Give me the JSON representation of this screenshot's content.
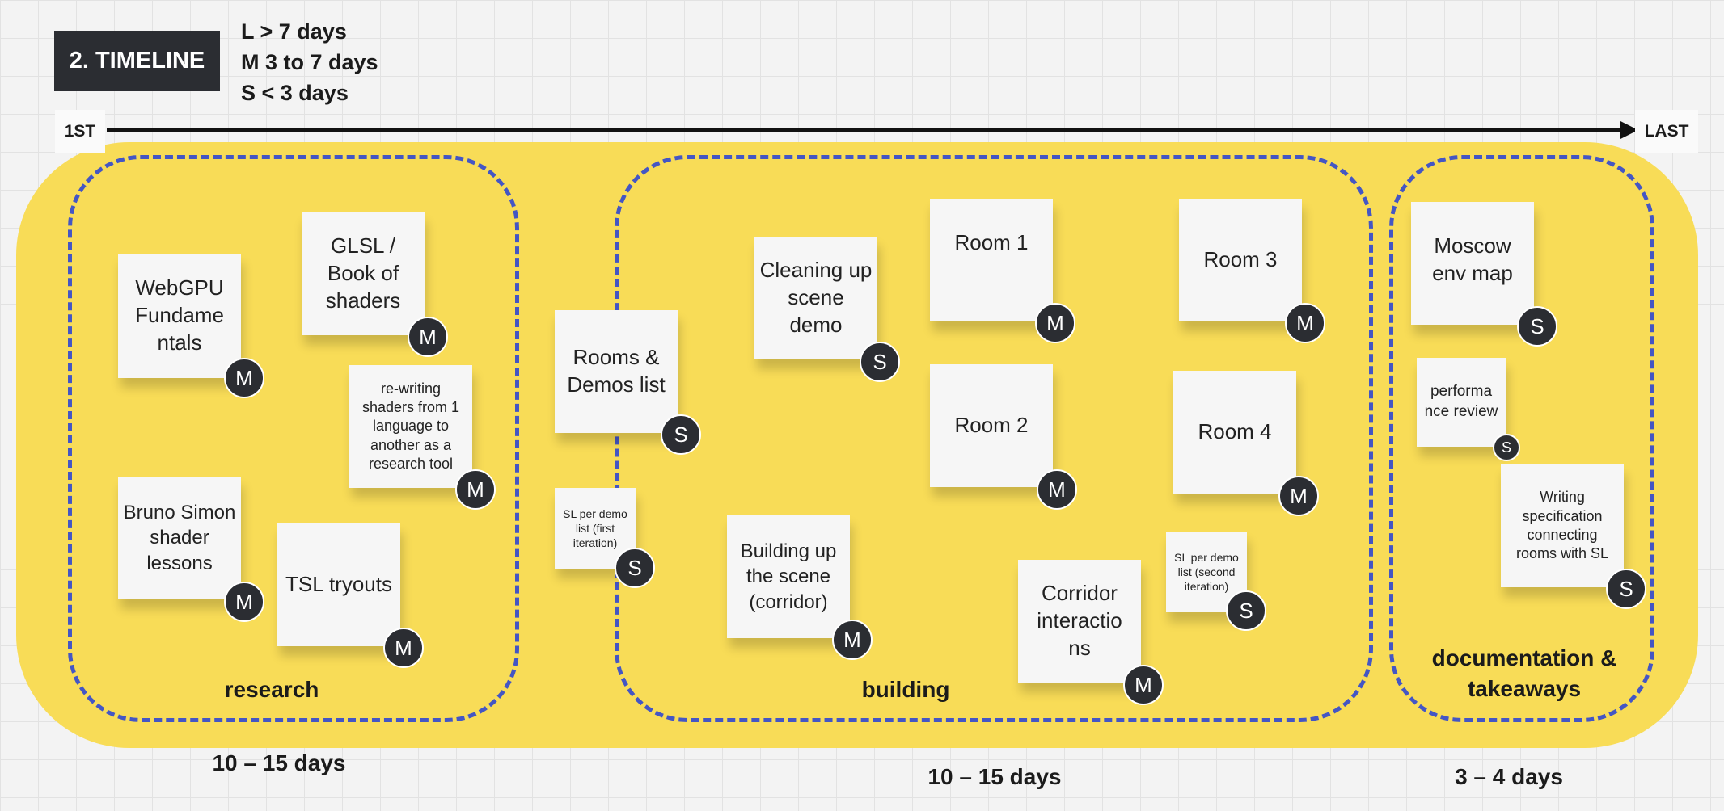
{
  "header": {
    "title": "2. TIMELINE",
    "legend": [
      "L > 7 days",
      "M 3 to 7 days",
      "S < 3 days"
    ]
  },
  "axis": {
    "start": "1ST",
    "end": "LAST"
  },
  "groups": {
    "research": {
      "label": "research",
      "duration": "10 – 15 days"
    },
    "building": {
      "label": "building",
      "duration": "10 – 15 days"
    },
    "documentation": {
      "label": "documentation & takeaways",
      "duration": "3 – 4 days"
    }
  },
  "stickies": [
    {
      "text": "WebGPU Fundame ntals",
      "size": "M"
    },
    {
      "text": "GLSL / Book of shaders",
      "size": "M"
    },
    {
      "text": "re-writing shaders from 1 language to another as a research tool",
      "size": "M"
    },
    {
      "text": "Bruno Simon shader lessons",
      "size": "M"
    },
    {
      "text": "TSL tryouts",
      "size": "M"
    },
    {
      "text": "Rooms & Demos list",
      "size": "S"
    },
    {
      "text": "SL per demo list (first iteration)",
      "size": "S"
    },
    {
      "text": "Cleaning up scene demo",
      "size": "S"
    },
    {
      "text": "Building up the scene (corridor)",
      "size": "M"
    },
    {
      "text": "Room 1",
      "size": "M"
    },
    {
      "text": "Room 2",
      "size": "M"
    },
    {
      "text": "Corridor interactio ns",
      "size": "M"
    },
    {
      "text": "Room 3",
      "size": "M"
    },
    {
      "text": "Room 4",
      "size": "M"
    },
    {
      "text": "SL per demo list (second iteration)",
      "size": "S"
    },
    {
      "text": "Moscow env map",
      "size": "S"
    },
    {
      "text": "performa nce review",
      "size": "S"
    },
    {
      "text": "Writing specification connecting rooms with SL",
      "size": "S"
    }
  ]
}
